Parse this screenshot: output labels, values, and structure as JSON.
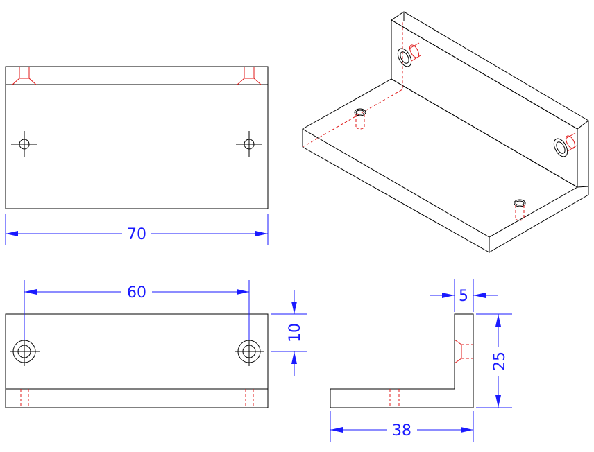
{
  "drawing": {
    "colors": {
      "outline": "#000000",
      "hidden": "#e01818",
      "dimension": "#1a1aff",
      "background": "#ffffff"
    },
    "views": [
      "top-view",
      "isometric-view",
      "front-view",
      "side-view"
    ],
    "dimensions": {
      "overall_length": "70",
      "hole_spacing": "60",
      "hole_offset": "10",
      "thickness": "5",
      "height": "25",
      "depth": "38"
    }
  }
}
